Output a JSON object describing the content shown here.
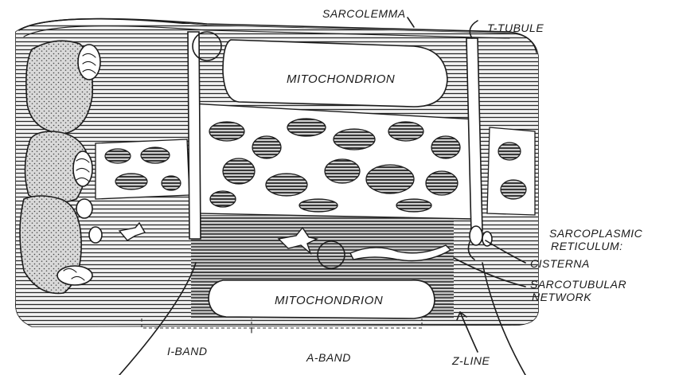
{
  "labels": {
    "sarcolemma": "SARCOLEMMA",
    "t_tubule": "T-TUBULE",
    "mitochondrion_top": "MITOCHONDRION",
    "mitochondrion_bottom": "MITOCHONDRION",
    "sarcoplasmic_reticulum_line1": "SARCOPLASMIC",
    "sarcoplasmic_reticulum_line2": "RETICULUM:",
    "cisterna": "CISTERNA",
    "sarcotubular_line1": "SARCOTUBULAR",
    "sarcotubular_line2": "NETWORK",
    "i_band": "I-BAND",
    "a_band": "A-BAND",
    "z_line": "Z-LINE"
  }
}
